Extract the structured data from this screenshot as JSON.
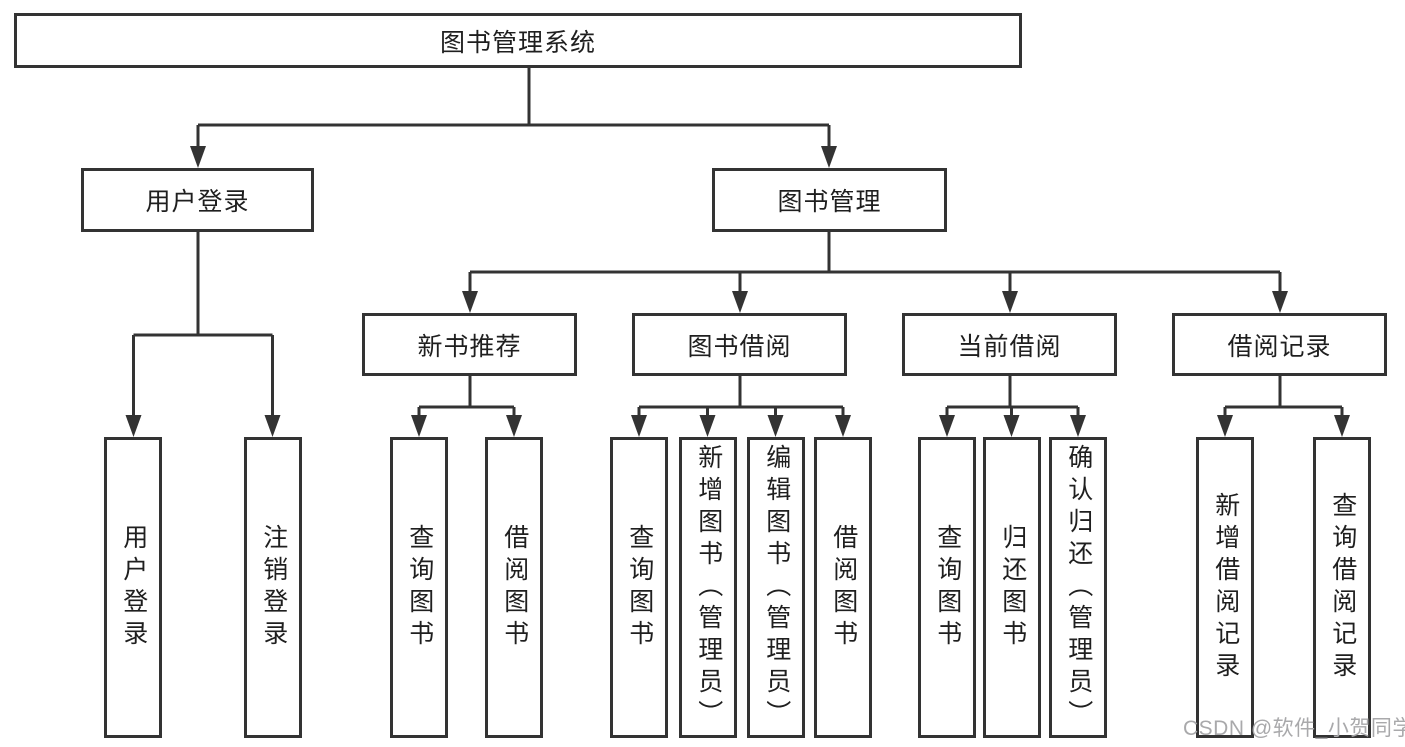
{
  "title": "图书管理系统",
  "colors": {
    "line": "#333333",
    "box_border": "#333333",
    "box_fill": "#ffffff",
    "text": "#1f1f1f",
    "watermark": "#a9a9ab",
    "background": "#ffffff"
  },
  "tree": {
    "root": {
      "label": "图书管理系统"
    },
    "branches": [
      {
        "label": "用户登录",
        "children": [
          {
            "label": "用户登录"
          },
          {
            "label": "注销登录"
          }
        ]
      },
      {
        "label": "图书管理",
        "children": [
          {
            "label": "新书推荐",
            "children": [
              {
                "label": "查询图书"
              },
              {
                "label": "借阅图书"
              }
            ]
          },
          {
            "label": "图书借阅",
            "children": [
              {
                "label": "查询图书"
              },
              {
                "label": "新增图书（管理员）"
              },
              {
                "label": "编辑图书（管理员）"
              },
              {
                "label": "借阅图书"
              }
            ]
          },
          {
            "label": "当前借阅",
            "children": [
              {
                "label": "查询图书"
              },
              {
                "label": "归还图书"
              },
              {
                "label": "确认归还（管理员）"
              }
            ]
          },
          {
            "label": "借阅记录",
            "children": [
              {
                "label": "新增借阅记录"
              },
              {
                "label": "查询借阅记录"
              }
            ]
          }
        ]
      }
    ]
  },
  "watermark": {
    "text": "CSDN @软件_小贺同学"
  }
}
